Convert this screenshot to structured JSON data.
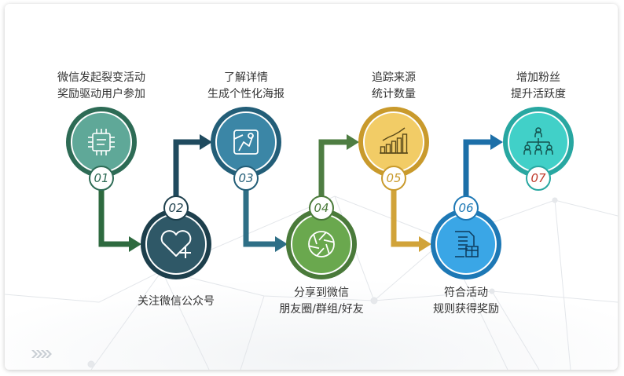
{
  "steps": [
    {
      "num": "01",
      "lines": [
        "微信发起裂变活动",
        "奖励驱动用户参加"
      ],
      "icon": "circuit-chip-icon",
      "color": "#2d6b55",
      "fill": "#5fa898"
    },
    {
      "num": "02",
      "lines": [
        "关注微信公众号"
      ],
      "icon": "heart-plus-icon",
      "color": "#1d3f4c",
      "fill": "#2f5867"
    },
    {
      "num": "03",
      "lines": [
        "了解详情",
        "生成个性化海报"
      ],
      "icon": "map-route-icon",
      "color": "#235e78",
      "fill": "#3b86a6"
    },
    {
      "num": "04",
      "lines": [
        "分享到微信",
        "朋友圈/群组/好友"
      ],
      "icon": "aperture-icon",
      "color": "#4a7a3a",
      "fill": "#6aa84e"
    },
    {
      "num": "05",
      "lines": [
        "追踪来源",
        "统计数量"
      ],
      "icon": "bar-chart-icon",
      "color": "#c99a2c",
      "fill": "#f2cc66"
    },
    {
      "num": "06",
      "lines": [
        "符合活动",
        "规则获得奖励"
      ],
      "icon": "document-gift-icon",
      "color": "#1d78b5",
      "fill": "#3aa6e6"
    },
    {
      "num": "07",
      "lines": [
        "增加粉丝",
        "提升活跃度"
      ],
      "icon": "org-chart-icon",
      "color": "#28a7a1",
      "fill": "#41d0c8",
      "num_color": "#c0392b"
    }
  ],
  "connector_colors": [
    "#2e6a3f",
    "#1f4a5e",
    "#2e6f86",
    "#4e7d42",
    "#d1a339",
    "#1c6fa8"
  ]
}
